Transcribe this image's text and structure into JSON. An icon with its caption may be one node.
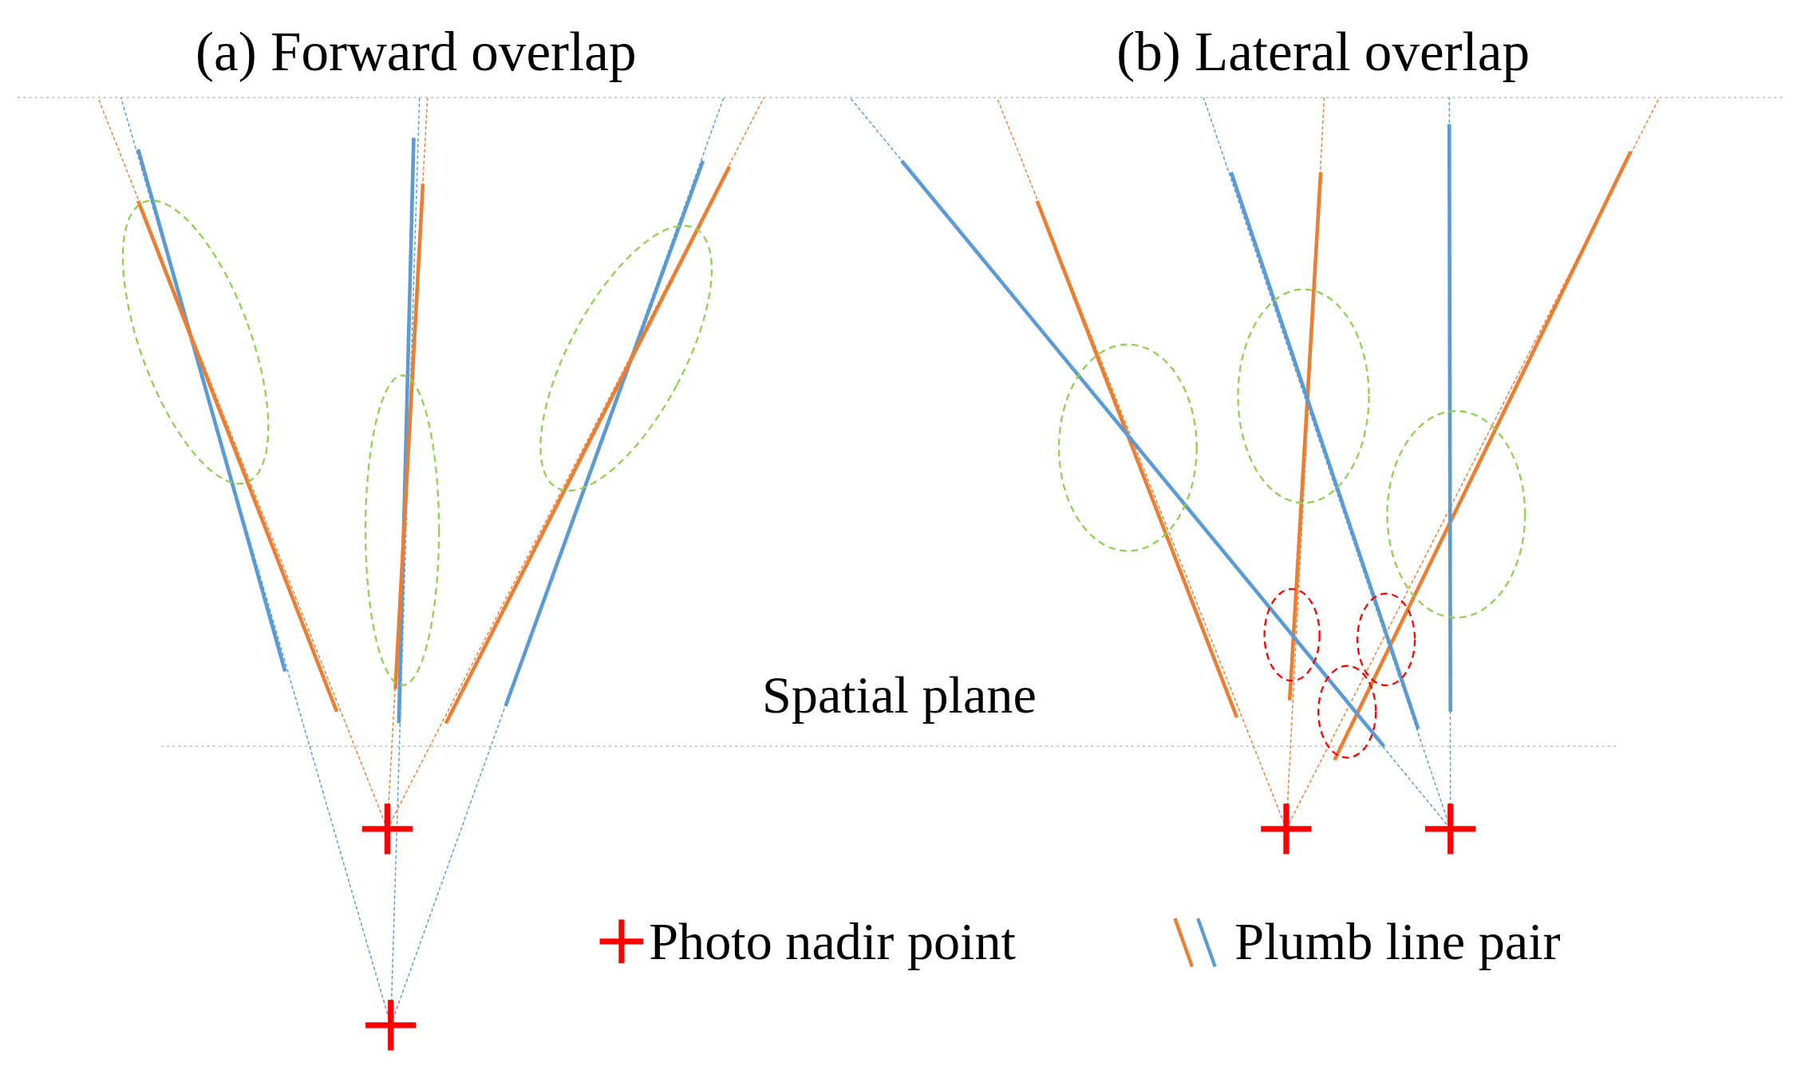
{
  "diagram": {
    "labels": [
      "(a) Forward overlap",
      "(b) Lateral overlap",
      "Spatial plane"
    ],
    "legend": [
      {
        "text": "Photo nadir point"
      },
      {
        "text": "Plumb line pair"
      }
    ]
  }
}
